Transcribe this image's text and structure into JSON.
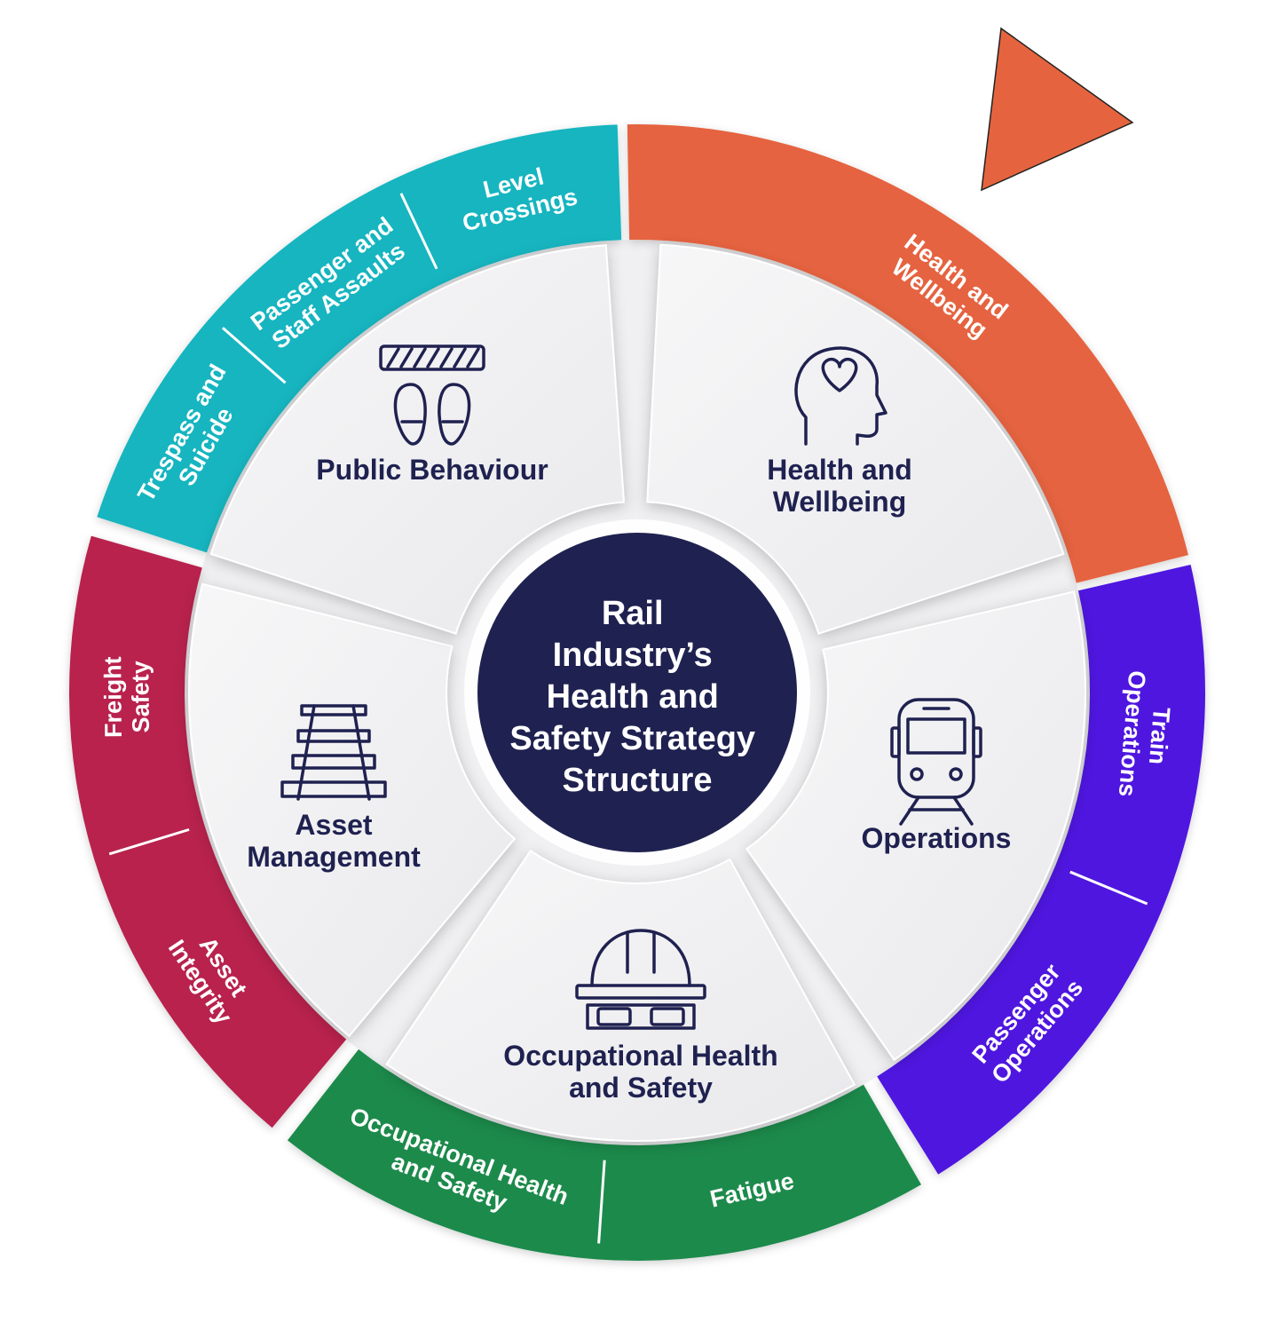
{
  "center": {
    "lines": [
      "Rail",
      "Industry’s",
      "Health and",
      "Safety Strategy",
      "Structure"
    ],
    "color": "#1f2150"
  },
  "segments": [
    {
      "id": "health-and-wellbeing",
      "inner_lines": [
        "Health and",
        "Wellbeing"
      ],
      "icon": "head-heart-icon",
      "color": "#e5643f",
      "outer_labels": [
        [
          "Health and",
          "Wellbeing"
        ]
      ]
    },
    {
      "id": "operations",
      "inner_lines": [
        "Operations"
      ],
      "icon": "train-icon",
      "color": "#4f16e0",
      "outer_labels": [
        [
          "Train",
          "Operations"
        ],
        [
          "Passenger",
          "Operations"
        ]
      ]
    },
    {
      "id": "occupational-health-and-safety",
      "inner_lines": [
        "Occupational Health",
        "and Safety"
      ],
      "icon": "hard-hat-goggles-icon",
      "color": "#1f8a4c",
      "outer_labels": [
        [
          "Fatigue"
        ],
        [
          "Occupational Health",
          "and Safety"
        ]
      ]
    },
    {
      "id": "asset-management",
      "inner_lines": [
        "Asset",
        "Management"
      ],
      "icon": "railway-track-icon",
      "color": "#b8244e",
      "outer_labels": [
        [
          "Asset",
          "Integrity"
        ],
        [
          "Freight",
          "Safety"
        ]
      ]
    },
    {
      "id": "public-behaviour",
      "inner_lines": [
        "Public Behaviour"
      ],
      "icon": "footprints-barrier-icon",
      "color": "#14b5c0",
      "outer_labels": [
        [
          "Trespass and",
          "Suicide"
        ],
        [
          "Passenger and",
          "Staff Assaults"
        ],
        [
          "Level",
          "Crossings"
        ]
      ]
    }
  ],
  "pointer": {
    "icon": "triangle-pointer-icon",
    "color": "#e5643f"
  }
}
